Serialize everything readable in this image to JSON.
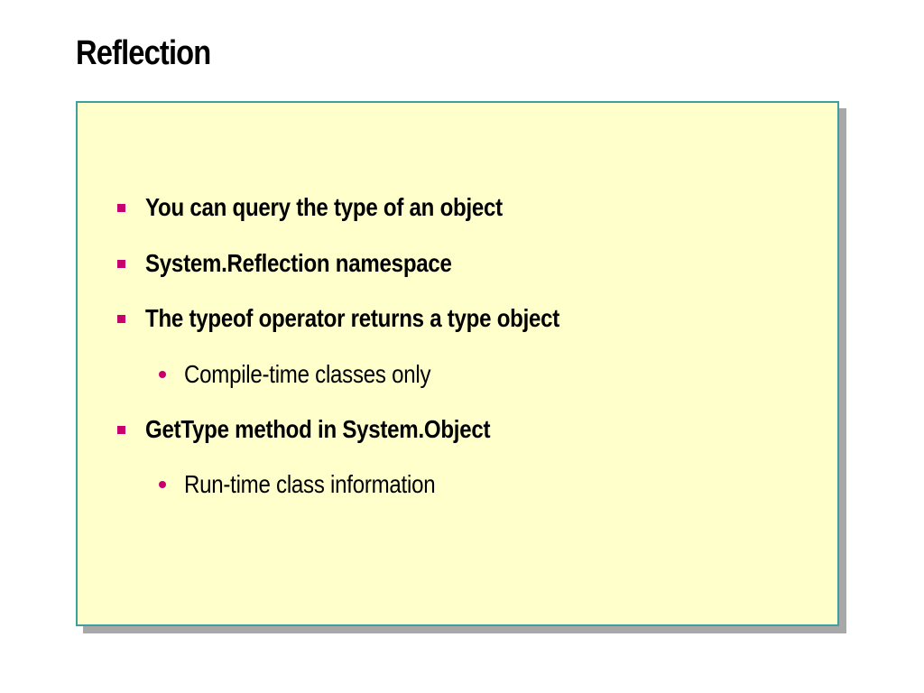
{
  "slide": {
    "title": "Reflection",
    "colors": {
      "box_background": "#ffffcc",
      "box_border": "#3f9f9f",
      "box_shadow": "#a8a8a8",
      "bullet": "#c8006e"
    },
    "bullets": [
      {
        "level": 1,
        "icon": "square-bullet-icon",
        "text": "You can query the type of an object"
      },
      {
        "level": 1,
        "icon": "square-bullet-icon",
        "text": "System.Reflection namespace"
      },
      {
        "level": 1,
        "icon": "square-bullet-icon",
        "text": "The typeof operator returns a type object"
      },
      {
        "level": 2,
        "icon": "round-bullet-icon",
        "text": "Compile-time classes only"
      },
      {
        "level": 1,
        "icon": "square-bullet-icon",
        "text": "GetType method in System.Object"
      },
      {
        "level": 2,
        "icon": "round-bullet-icon",
        "text": "Run-time class information"
      }
    ]
  }
}
